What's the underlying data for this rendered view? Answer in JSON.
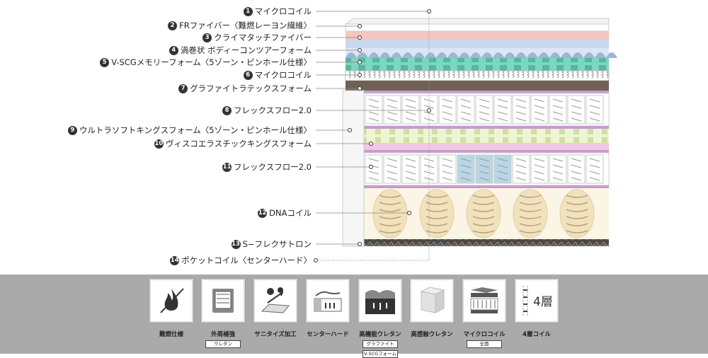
{
  "layers": [
    {
      "num": "1",
      "label": "マイクロコイル"
    },
    {
      "num": "2",
      "label": "FRファイバー〈難燃レーヨン繊維〉"
    },
    {
      "num": "3",
      "label": "クライマタッチファイバー"
    },
    {
      "num": "4",
      "label": "渦巻状 ボディーコンツアーフォーム"
    },
    {
      "num": "5",
      "label": "V-SCGメモリーフォーム〈5ゾーン・ピンホール仕様〉"
    },
    {
      "num": "6",
      "label": "マイクロコイル"
    },
    {
      "num": "7",
      "label": "グラファイトラテックスフォーム"
    },
    {
      "num": "8",
      "label": "フレックスフロー2.0"
    },
    {
      "num": "9",
      "label": "ウルトラソフトキングスフォーム〈5ゾーン・ピンホール仕様〉"
    },
    {
      "num": "10",
      "label": "ヴィスコエラスチックキングスフォーム"
    },
    {
      "num": "11",
      "label": "フレックスフロー2.0"
    },
    {
      "num": "12",
      "label": "DNAコイル"
    },
    {
      "num": "13",
      "label": "S−フレクサトロン"
    },
    {
      "num": "14",
      "label": "ポケットコイル〈センターハード〉"
    }
  ],
  "features": [
    {
      "icon": "flame-retardant-icon",
      "caption": "難燃仕様",
      "sub": []
    },
    {
      "icon": "edge-reinforcement-icon",
      "caption": "外周補強",
      "sub": [
        "ウレタン"
      ]
    },
    {
      "icon": "sanitized-icon",
      "caption": "サニタイズ加工",
      "sub": []
    },
    {
      "icon": "center-hard-icon",
      "caption": "センターハード",
      "sub": []
    },
    {
      "icon": "high-performance-foam-icon",
      "caption": "高機能ウレタン",
      "sub": [
        "グラファイト",
        "V-SCGフォーム"
      ]
    },
    {
      "icon": "high-sensation-foam-icon",
      "caption": "高感触ウレタン",
      "sub": []
    },
    {
      "icon": "micro-coil-icon",
      "caption": "マイクロコイル",
      "sub": [
        "全面"
      ]
    },
    {
      "icon": "four-layer-coil-icon",
      "caption": "4層コイル",
      "sub": []
    }
  ],
  "four_layer_text": "4層"
}
